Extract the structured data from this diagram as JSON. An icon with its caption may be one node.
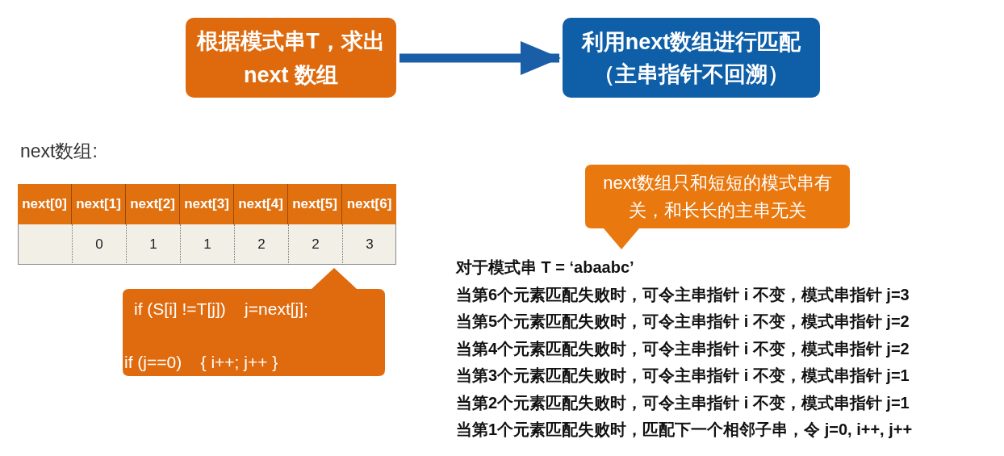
{
  "diagram": {
    "nodes": [
      {
        "text": [
          "根据模式串T，求出 next 数组"
        ]
      },
      {
        "text": [
          "利用next数组进行匹配",
          "（主串指针不回溯）"
        ]
      },
      {
        "text": [
          "if (S[i] !=T[j])    j=next[j];",
          "if (j==0)    { i++; j++ }"
        ]
      },
      {
        "text": [
          "next数组只和短短的模式串有关，和长长的主串无关"
        ]
      }
    ],
    "edges": [
      {
        "from": 0,
        "to": 1,
        "arrow": "to"
      }
    ],
    "labels": [
      "next数组:",
      "next[0]",
      "next[1]",
      "next[2]",
      "next[3]",
      "next[4]",
      "next[5]",
      "next[6]",
      "0",
      "1",
      "1",
      "2",
      "2",
      "3",
      "对于模式串 T = ‘abaabc’",
      "当第6个元素匹配失败时，可令主串指针 i 不变，模式串指针 j=3",
      "当第5个元素匹配失败时，可令主串指针 i 不变，模式串指针 j=2",
      "当第4个元素匹配失败时，可令主串指针 i 不变，模式串指针 j=2",
      "当第3个元素匹配失败时，可令主串指针 i 不变，模式串指针 j=1",
      "当第2个元素匹配失败时，可令主串指针 i 不变，模式串指针 j=1",
      "当第1个元素匹配失败时，匹配下一个相邻子串，令 j=0, i++, j++"
    ]
  }
}
